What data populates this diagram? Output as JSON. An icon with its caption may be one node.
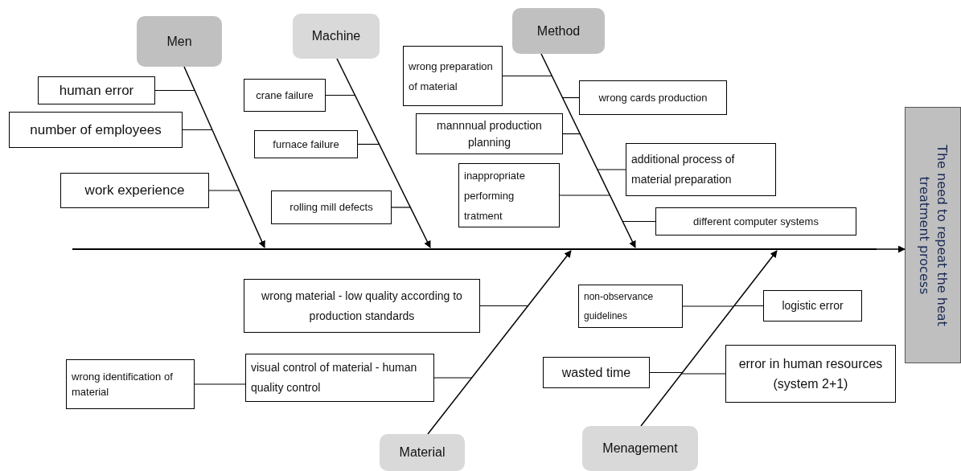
{
  "diagram": {
    "nodes": [
      {
        "text": [
          "Men"
        ]
      },
      {
        "text": [
          "Machine"
        ]
      },
      {
        "text": [
          "Method"
        ]
      },
      {
        "text": [
          "human error"
        ]
      },
      {
        "text": [
          "number of employees"
        ]
      },
      {
        "text": [
          "work experience"
        ]
      },
      {
        "text": [
          "crane failure"
        ]
      },
      {
        "text": [
          "furnace failure"
        ]
      },
      {
        "text": [
          "rolling mill defects"
        ]
      },
      {
        "text": [
          "wrong preparation of material"
        ]
      },
      {
        "text": [
          "wrong cards production"
        ]
      },
      {
        "text": [
          "mannnual production planning"
        ]
      },
      {
        "text": [
          "additional process of material preparation"
        ]
      },
      {
        "text": [
          "inappropriate performing tratment"
        ]
      },
      {
        "text": [
          "different computer systems"
        ]
      },
      {
        "text": [
          "The need to repeat the heat treatment process"
        ]
      },
      {
        "text": [
          "wrong material - low quality according to production standards"
        ]
      },
      {
        "text": [
          "wrong identification of material"
        ]
      },
      {
        "text": [
          "visual control of material - human quality control"
        ]
      },
      {
        "text": [
          "Material"
        ]
      },
      {
        "text": [
          "non-observance guidelines"
        ]
      },
      {
        "text": [
          "logistic error"
        ]
      },
      {
        "text": [
          "wasted time"
        ]
      },
      {
        "text": [
          "error in human resources (system 2+1)"
        ]
      },
      {
        "text": [
          "Menagement"
        ]
      },
      {
        "text": [],
        "shape": "bar"
      }
    ],
    "edges": [
      {
        "from": 25,
        "to": 15,
        "arrow": "to"
      },
      {
        "from": 0,
        "to": 25,
        "arrow": "to"
      },
      {
        "from": 1,
        "to": 25,
        "arrow": "to"
      },
      {
        "from": 2,
        "to": 25,
        "arrow": "to"
      },
      {
        "from": 19,
        "to": 25,
        "arrow": "to"
      },
      {
        "from": 24,
        "to": 25,
        "arrow": "to"
      },
      {
        "from": 3,
        "to": null,
        "arrow": "none"
      },
      {
        "from": 4,
        "to": null,
        "arrow": "none"
      },
      {
        "from": 5,
        "to": null,
        "arrow": "none"
      },
      {
        "from": 6,
        "to": null,
        "arrow": "none"
      },
      {
        "from": 7,
        "to": null,
        "arrow": "none"
      },
      {
        "from": 8,
        "to": null,
        "arrow": "none"
      },
      {
        "from": 9,
        "to": null,
        "arrow": "none"
      },
      {
        "from": 10,
        "to": null,
        "arrow": "none"
      },
      {
        "from": 11,
        "to": null,
        "arrow": "none"
      },
      {
        "from": 12,
        "to": null,
        "arrow": "none"
      },
      {
        "from": 13,
        "to": null,
        "arrow": "none"
      },
      {
        "from": 14,
        "to": null,
        "arrow": "none"
      },
      {
        "from": 16,
        "to": null,
        "arrow": "none"
      },
      {
        "from": 17,
        "to": 18,
        "arrow": "none"
      },
      {
        "from": 18,
        "to": null,
        "arrow": "none"
      },
      {
        "from": 20,
        "to": null,
        "arrow": "none"
      },
      {
        "from": 21,
        "to": null,
        "arrow": "none"
      },
      {
        "from": 22,
        "to": null,
        "arrow": "none"
      },
      {
        "from": 23,
        "to": null,
        "arrow": "none"
      }
    ]
  }
}
